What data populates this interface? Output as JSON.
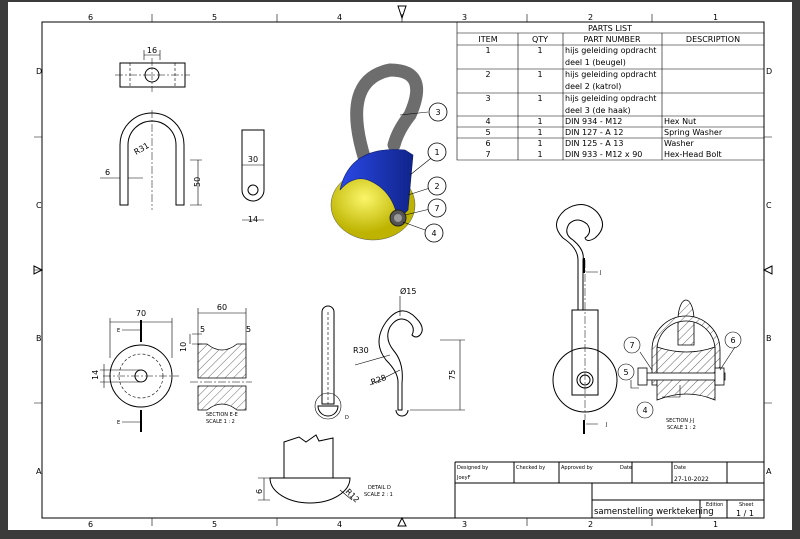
{
  "sheet": {
    "zones_top": [
      "6",
      "5",
      "4",
      "3",
      "2",
      "1"
    ],
    "zones_side": [
      "D",
      "C",
      "B",
      "A"
    ]
  },
  "parts_list": {
    "title": "PARTS LIST",
    "headers": [
      "ITEM",
      "QTY",
      "PART NUMBER",
      "DESCRIPTION"
    ],
    "rows": [
      {
        "item": "1",
        "qty": "1",
        "part": [
          "hijs geleiding opdracht",
          "deel 1 (beugel)"
        ],
        "desc": ""
      },
      {
        "item": "2",
        "qty": "1",
        "part": [
          "hijs geleiding opdracht",
          "deel 2 (katrol)"
        ],
        "desc": ""
      },
      {
        "item": "3",
        "qty": "1",
        "part": [
          "hijs geleiding opdracht",
          "deel 3 (de haak)"
        ],
        "desc": ""
      },
      {
        "item": "4",
        "qty": "1",
        "part": [
          "DIN 934 - M12"
        ],
        "desc": "Hex Nut"
      },
      {
        "item": "5",
        "qty": "1",
        "part": [
          "DIN 127 - A 12"
        ],
        "desc": "Spring Washer"
      },
      {
        "item": "6",
        "qty": "1",
        "part": [
          "DIN 125 - A 13"
        ],
        "desc": "Washer"
      },
      {
        "item": "7",
        "qty": "1",
        "part": [
          "DIN 933 - M12  x 90"
        ],
        "desc": "Hex-Head Bolt"
      }
    ]
  },
  "title_block": {
    "designed_by_label": "Designed by",
    "designed_by": "JoeyF",
    "checked_by_label": "Checked by",
    "approved_by_label": "Approved by",
    "date_label_1": "Date",
    "date_label_2": "Date",
    "date": "27-10-2022",
    "title": "samenstelling werktekening",
    "edition_label": "Edition",
    "sheet_label": "Sheet",
    "sheet": "1 / 1"
  },
  "dimensions": {
    "d16": "16",
    "r31": "R31",
    "d6": "6",
    "d50": "50",
    "d30": "30",
    "d14a": "14",
    "d70": "70",
    "d14b": "14",
    "d60": "60",
    "d5a": "5",
    "d5b": "5",
    "d10": "10",
    "dia15": "Ø15",
    "r30": "R30",
    "r28": "R28",
    "d75": "75",
    "r12": "R12",
    "d6b": "6"
  },
  "labels": {
    "section_ee": "SECTION E-E",
    "scale_ee": "SCALE  1 : 2",
    "section_jj": "SECTION J-J",
    "scale_jj": "SCALE 1 : 2",
    "detail_d": "DETAIL D",
    "scale_d": "SCALE 2 : 1",
    "e": "E",
    "j": "J",
    "d": "D"
  },
  "balloons": {
    "iso": [
      "1",
      "2",
      "3",
      "7",
      "4"
    ],
    "section": [
      "7",
      "5",
      "6",
      "4"
    ]
  },
  "colors": {
    "bracket": "#1f3fd0",
    "pulley": "#e6e21a",
    "hook": "#6d6d6d",
    "frame": "#3b3b3b"
  }
}
